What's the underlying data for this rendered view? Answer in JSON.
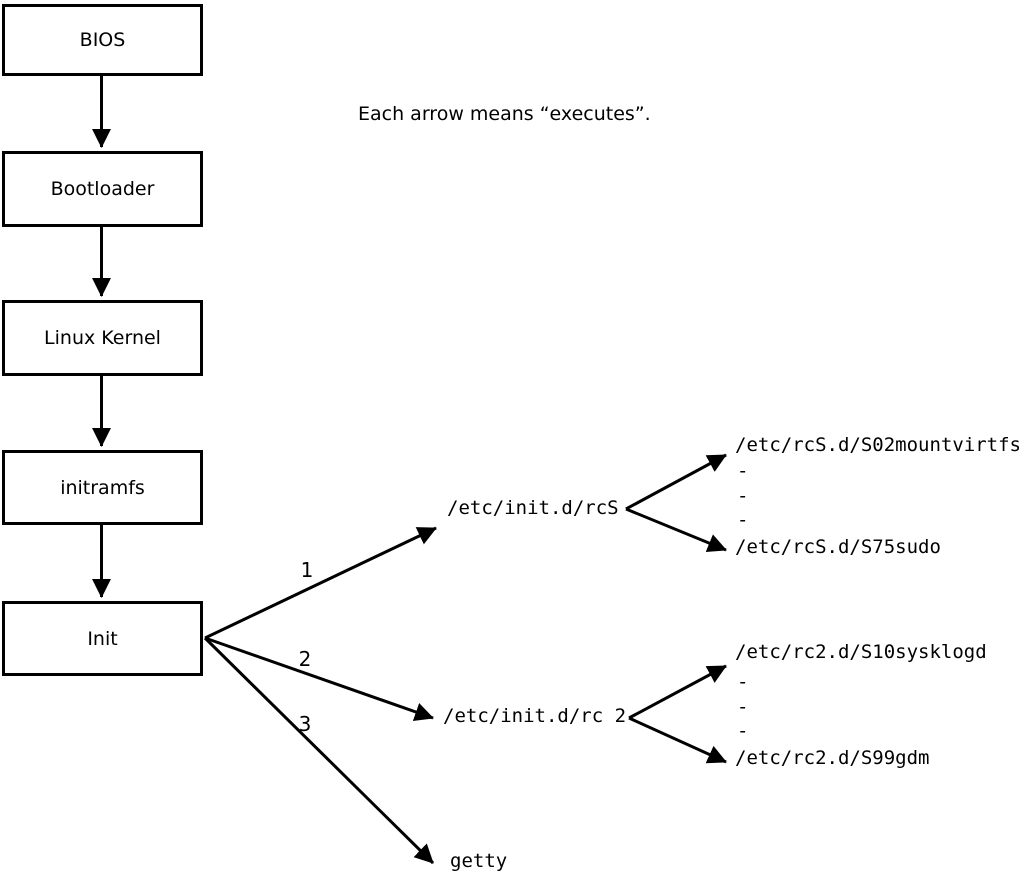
{
  "note": "Each arrow means “executes”.",
  "chain": [
    {
      "label": "BIOS"
    },
    {
      "label": "Bootloader"
    },
    {
      "label": "Linux Kernel"
    },
    {
      "label": "initramfs"
    },
    {
      "label": "Init"
    }
  ],
  "branches": [
    {
      "number": "1",
      "target": "/etc/init.d/rcS"
    },
    {
      "number": "2",
      "target": "/etc/init.d/rc 2"
    },
    {
      "number": "3",
      "target": "getty"
    }
  ],
  "rcS_scripts": [
    "/etc/rcS.d/S02mountvirtfs",
    "-",
    "-",
    "-",
    "/etc/rcS.d/S75sudo"
  ],
  "rc2_scripts": [
    "/etc/rc2.d/S10sysklogd",
    "-",
    "-",
    "-",
    "/etc/rc2.d/S99gdm"
  ],
  "colors": {
    "line": "#000000",
    "background": "#ffffff"
  }
}
